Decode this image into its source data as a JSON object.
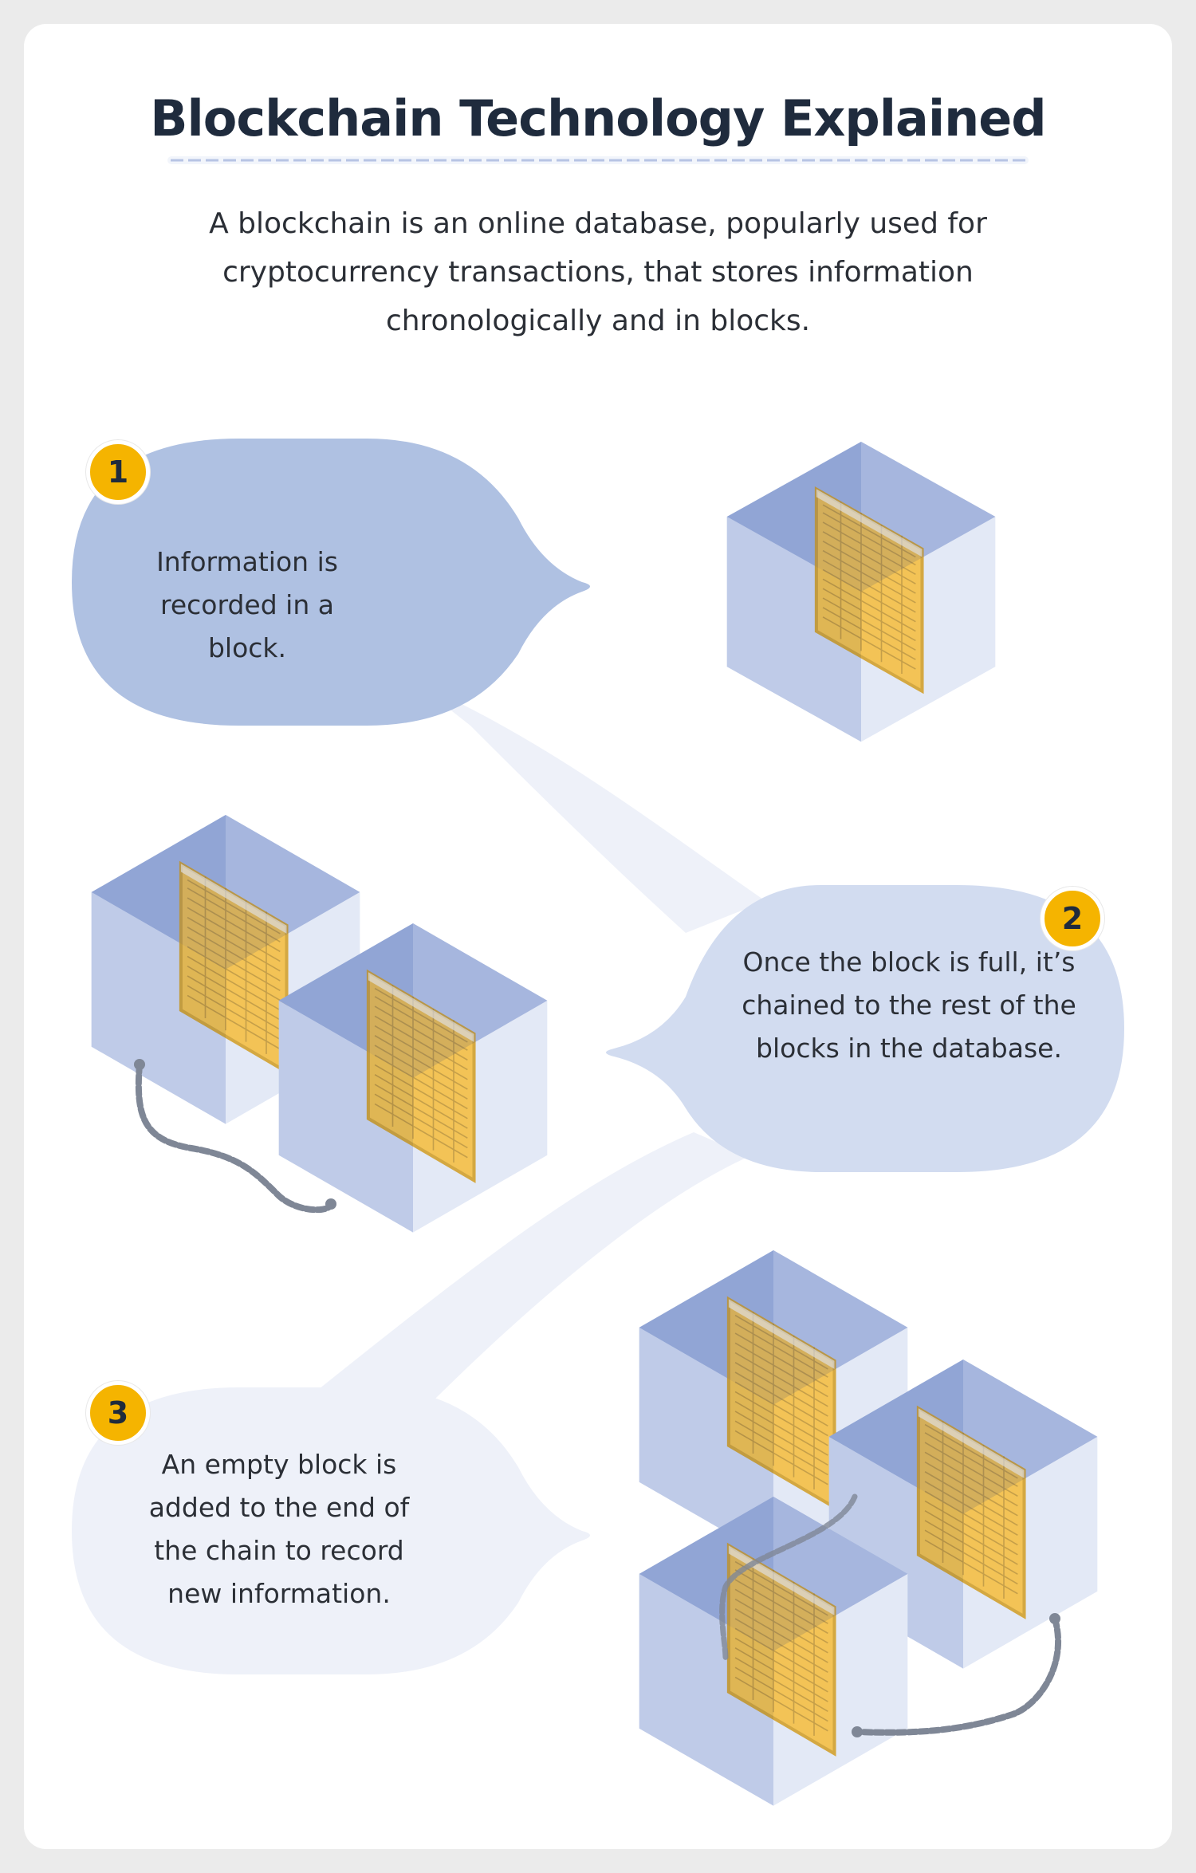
{
  "header": {
    "title": "Blockchain Technology Explained",
    "intro": "A blockchain is an online database, popularly used for cryptocurrency transactions, that stores information chronologically and in blocks."
  },
  "steps": [
    {
      "number": "1",
      "text": "Information is recorded in a block."
    },
    {
      "number": "2",
      "text": "Once the block is full, it’s chained to the rest of the blocks in the database."
    },
    {
      "number": "3",
      "text": "An empty block is added to the end of the chain to record new information."
    }
  ],
  "colors": {
    "background": "#ebebeb",
    "card": "#ffffff",
    "title_text": "#1f2b3d",
    "bubble_1": "#afc1e2",
    "bubble_2": "#d2dcf0",
    "bubble_3": "#eef1f9",
    "badge": "#f5b400",
    "ledger": "#f2b21c",
    "chain": "#7f8796"
  },
  "icons": [
    "block-cube-icon",
    "ledger-sheet-icon",
    "chain-link-icon",
    "step-number-badge"
  ]
}
